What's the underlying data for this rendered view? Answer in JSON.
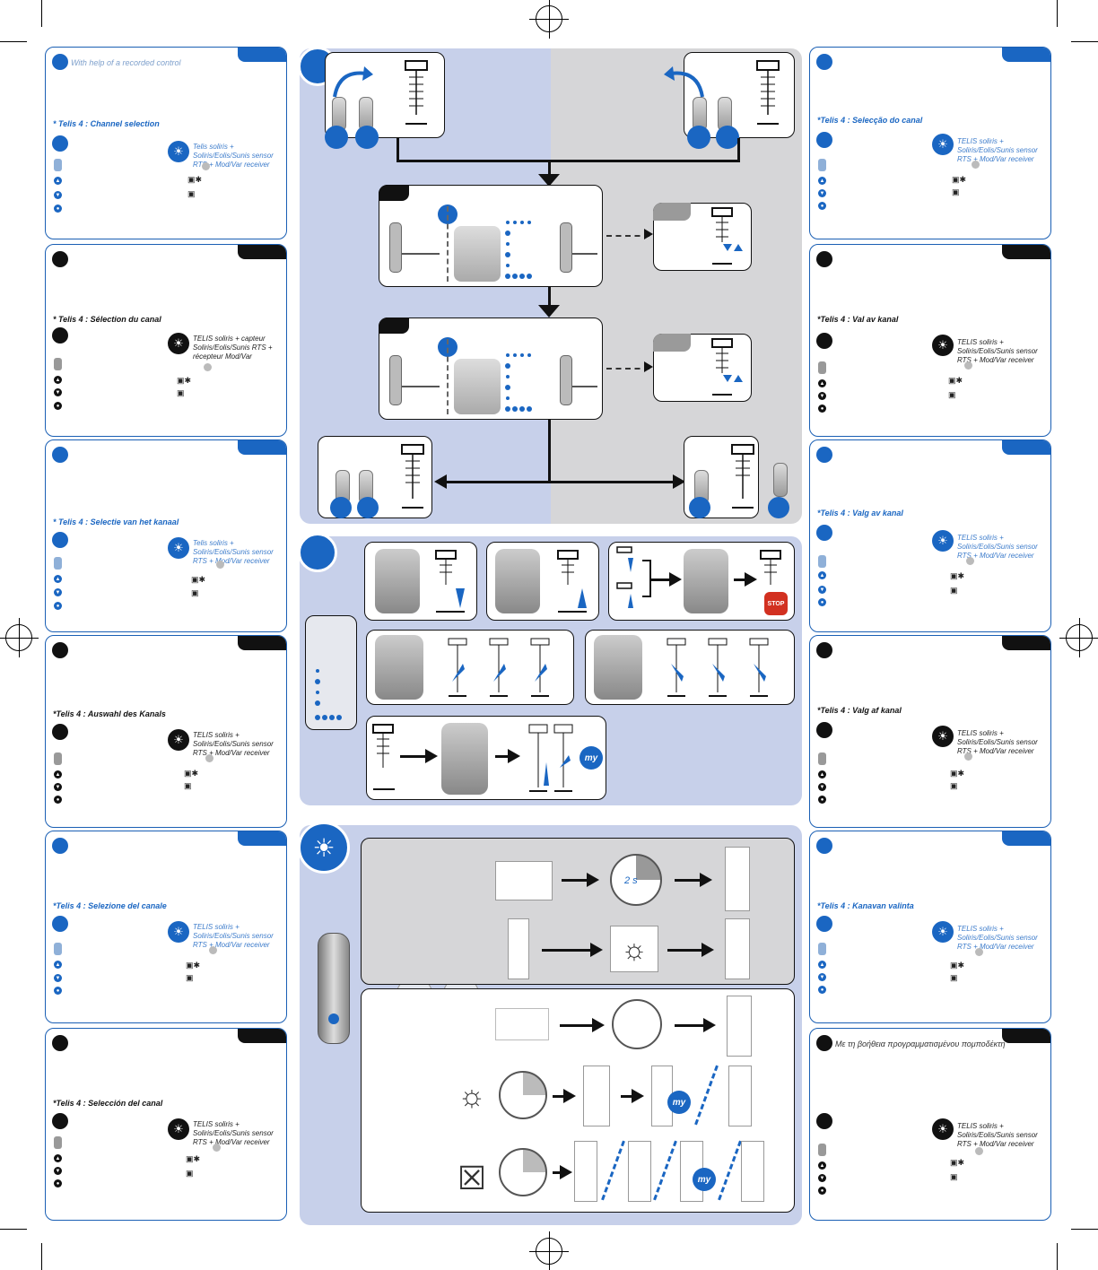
{
  "panels": {
    "en": {
      "intro": "With help of a recorded control",
      "section": "* Telis 4 : Channel selection",
      "receiver": "Telis soliris + Soliris/Eolis/Sunis sensor RTS + Mod/Var receiver"
    },
    "fr": {
      "intro": "",
      "section": "* Telis 4 : Sélection du canal",
      "receiver": "TELIS soliris + capteur Soliris/Eolis/Sunis RTS + récepteur Mod/Var"
    },
    "nl": {
      "intro": "",
      "section": "* Telis 4 : Selectie van het kanaal",
      "receiver": "Telis soliris + Soliris/Eolis/Sunis sensor RTS + Mod/Var receiver"
    },
    "de": {
      "intro": "",
      "section": "*Telis 4 : Auswahl des Kanals",
      "receiver": "TELIS soliris + Soliris/Eolis/Sunis sensor RTS + Mod/Var receiver"
    },
    "it": {
      "intro": "",
      "section": "*Telis 4 : Selezione del canale",
      "receiver": "TELIS soliris + Soliris/Eolis/Sunis sensor RTS + Mod/Var receiver"
    },
    "es": {
      "intro": "",
      "section": "*Telis 4 : Selección del canal",
      "receiver": "TELIS soliris + Soliris/Eolis/Sunis sensor RTS + Mod/Var receiver"
    },
    "pt": {
      "intro": "",
      "section": "*Telis 4 : Selecção do canal",
      "receiver": "TELIS soliris + Soliris/Eolis/Sunis sensor RTS + Mod/Var receiver"
    },
    "sv": {
      "intro": "",
      "section": "*Telis 4 : Val av kanal",
      "receiver": "TELIS soliris + Soliris/Eolis/Sunis sensor RTS + Mod/Var receiver"
    },
    "no": {
      "intro": "",
      "section": "*Telis 4 : Valg av kanal",
      "receiver": "TELIS soliris + Soliris/Eolis/Sunis sensor RTS + Mod/Var receiver"
    },
    "da": {
      "intro": "",
      "section": "*Telis 4 : Valg af kanal",
      "receiver": "TELIS soliris + Soliris/Eolis/Sunis sensor RTS + Mod/Var receiver"
    },
    "fi": {
      "intro": "",
      "section": "*Telis 4 : Kanavan valinta",
      "receiver": "TELIS soliris + Soliris/Eolis/Sunis sensor RTS + Mod/Var receiver"
    },
    "el": {
      "intro": "Με τη βοήθεια προγραμματισμένου πομποδέκτη",
      "section": "",
      "receiver": "TELIS soliris + Soliris/Eolis/Sunis sensor RTS + Mod/Var receiver"
    }
  },
  "diagram": {
    "duration_label": "2 s",
    "stop_label": "STOP",
    "my_label": "my"
  },
  "colors": {
    "accent": "#1a66c2",
    "section_bg": "#c7d0ea",
    "grey_bg": "#d6d6d8"
  }
}
